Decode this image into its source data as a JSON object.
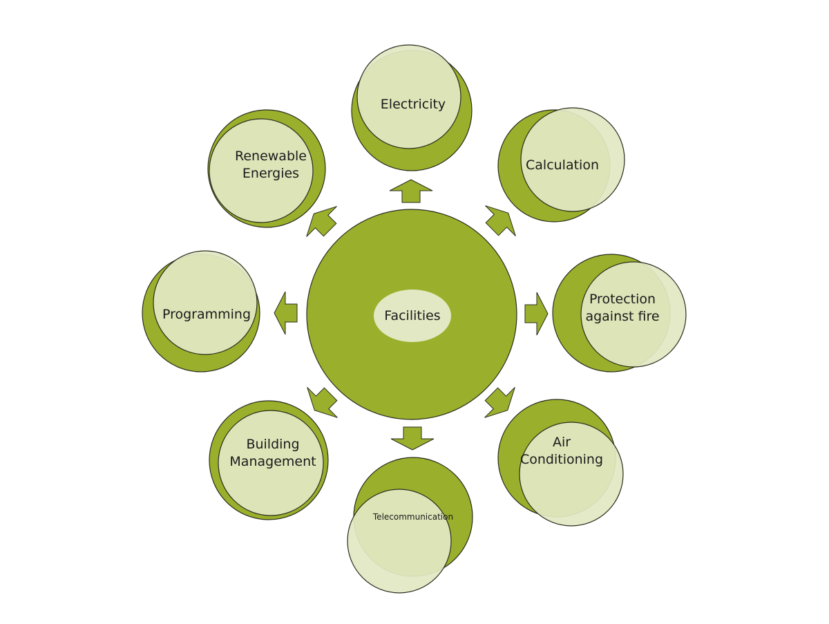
{
  "colors": {
    "dark": "#9aaf2b",
    "light": "#e2e8c3",
    "stroke": "#2b2b1f"
  },
  "center": {
    "label": "Facilities"
  },
  "nodes": [
    {
      "id": "electricity",
      "lines": [
        "Electricity"
      ]
    },
    {
      "id": "calculation",
      "lines": [
        "Calculation"
      ]
    },
    {
      "id": "protection-against-fire",
      "lines": [
        "Protection",
        "against fire"
      ]
    },
    {
      "id": "air-conditioning",
      "lines": [
        "Air",
        "Conditioning"
      ]
    },
    {
      "id": "telecommunication",
      "lines": [
        "Telecommunication"
      ]
    },
    {
      "id": "building-management",
      "lines": [
        "Building",
        "Management"
      ]
    },
    {
      "id": "programming",
      "lines": [
        "Programming"
      ]
    },
    {
      "id": "renewable-energies",
      "lines": [
        "Renewable",
        "Energies"
      ]
    }
  ]
}
